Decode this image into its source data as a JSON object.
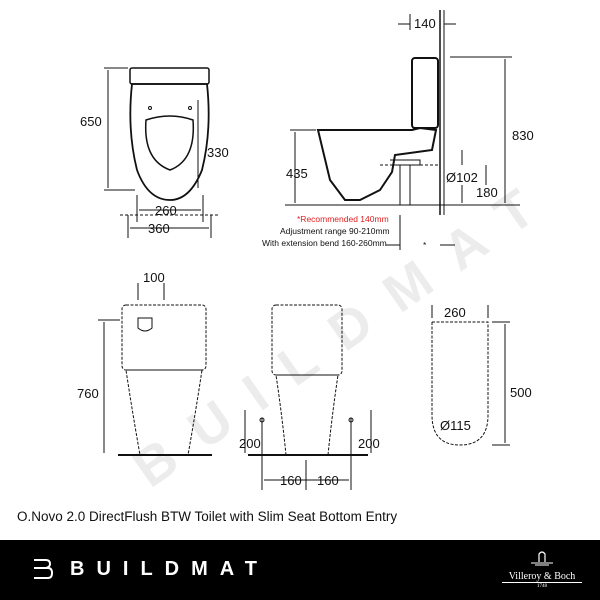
{
  "watermark": "BUILDMAT",
  "top_view": {
    "height_dim": "650",
    "seat_dim": "330",
    "inner_width_dim": "260",
    "outer_width_dim": "360"
  },
  "side_view": {
    "tank_depth_dim": "140",
    "total_height_dim": "830",
    "seat_height_dim": "435",
    "pipe_diameter_dim": "Ø102",
    "pipe_height_dim": "180",
    "note_recommended": "*Recommended 140mm",
    "note_adjustment": "Adjustment range 90-210mm",
    "note_extension": "With extension bend 160-260mm",
    "asterisk": "*"
  },
  "front_view": {
    "button_dim": "100",
    "height_dim": "760"
  },
  "rear_view": {
    "left_height_dim": "200",
    "right_height_dim": "200",
    "left_offset_dim": "160",
    "right_offset_dim": "160"
  },
  "seat_view": {
    "width_dim": "260",
    "length_dim": "500",
    "hole_dim": "Ø115"
  },
  "caption": "O.Novo 2.0 DirectFlush BTW Toilet with Slim Seat Bottom Entry",
  "footer": {
    "brand": "BUILDMAT",
    "partner_logo": "Villeroy & Boch",
    "partner_year": "1748",
    "background": "#000000",
    "text_color": "#ffffff"
  },
  "colors": {
    "note_red": "#e02020",
    "line": "#111111"
  }
}
